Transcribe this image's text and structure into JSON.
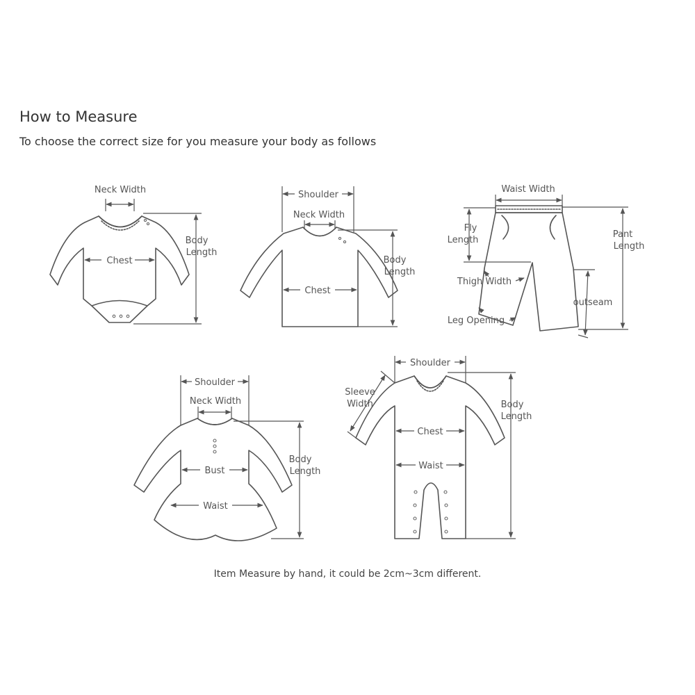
{
  "header": {
    "title": "How to Measure",
    "subtitle": "To choose the correct size for you measure your body as follows"
  },
  "diagrams": {
    "bodysuit": {
      "neck_width": "Neck Width",
      "chest": "Chest",
      "body_length_1": "Body",
      "body_length_2": "Length"
    },
    "top": {
      "shoulder": "Shoulder",
      "neck_width": "Neck Width",
      "chest": "Chest",
      "body_length_1": "Body",
      "body_length_2": "Length"
    },
    "pants": {
      "waist_width": "Waist Width",
      "fly_length_1": "Fly",
      "fly_length_2": "Length",
      "pant_length_1": "Pant",
      "pant_length_2": "Length",
      "thigh_width": "Thigh Width",
      "outseam": "outseam",
      "leg_opening": "Leg Opening"
    },
    "dress": {
      "shoulder": "Shoulder",
      "neck_width": "Neck Width",
      "bust": "Bust",
      "waist": "Waist",
      "body_length_1": "Body",
      "body_length_2": "Length"
    },
    "romper": {
      "shoulder": "Shoulder",
      "sleeve_width_1": "Sleeve",
      "sleeve_width_2": "Width",
      "chest": "Chest",
      "waist": "Waist",
      "body_length_1": "Body",
      "body_length_2": "Length"
    }
  },
  "footer": {
    "note": "Item Measure by hand, it could be 2cm~3cm different."
  }
}
